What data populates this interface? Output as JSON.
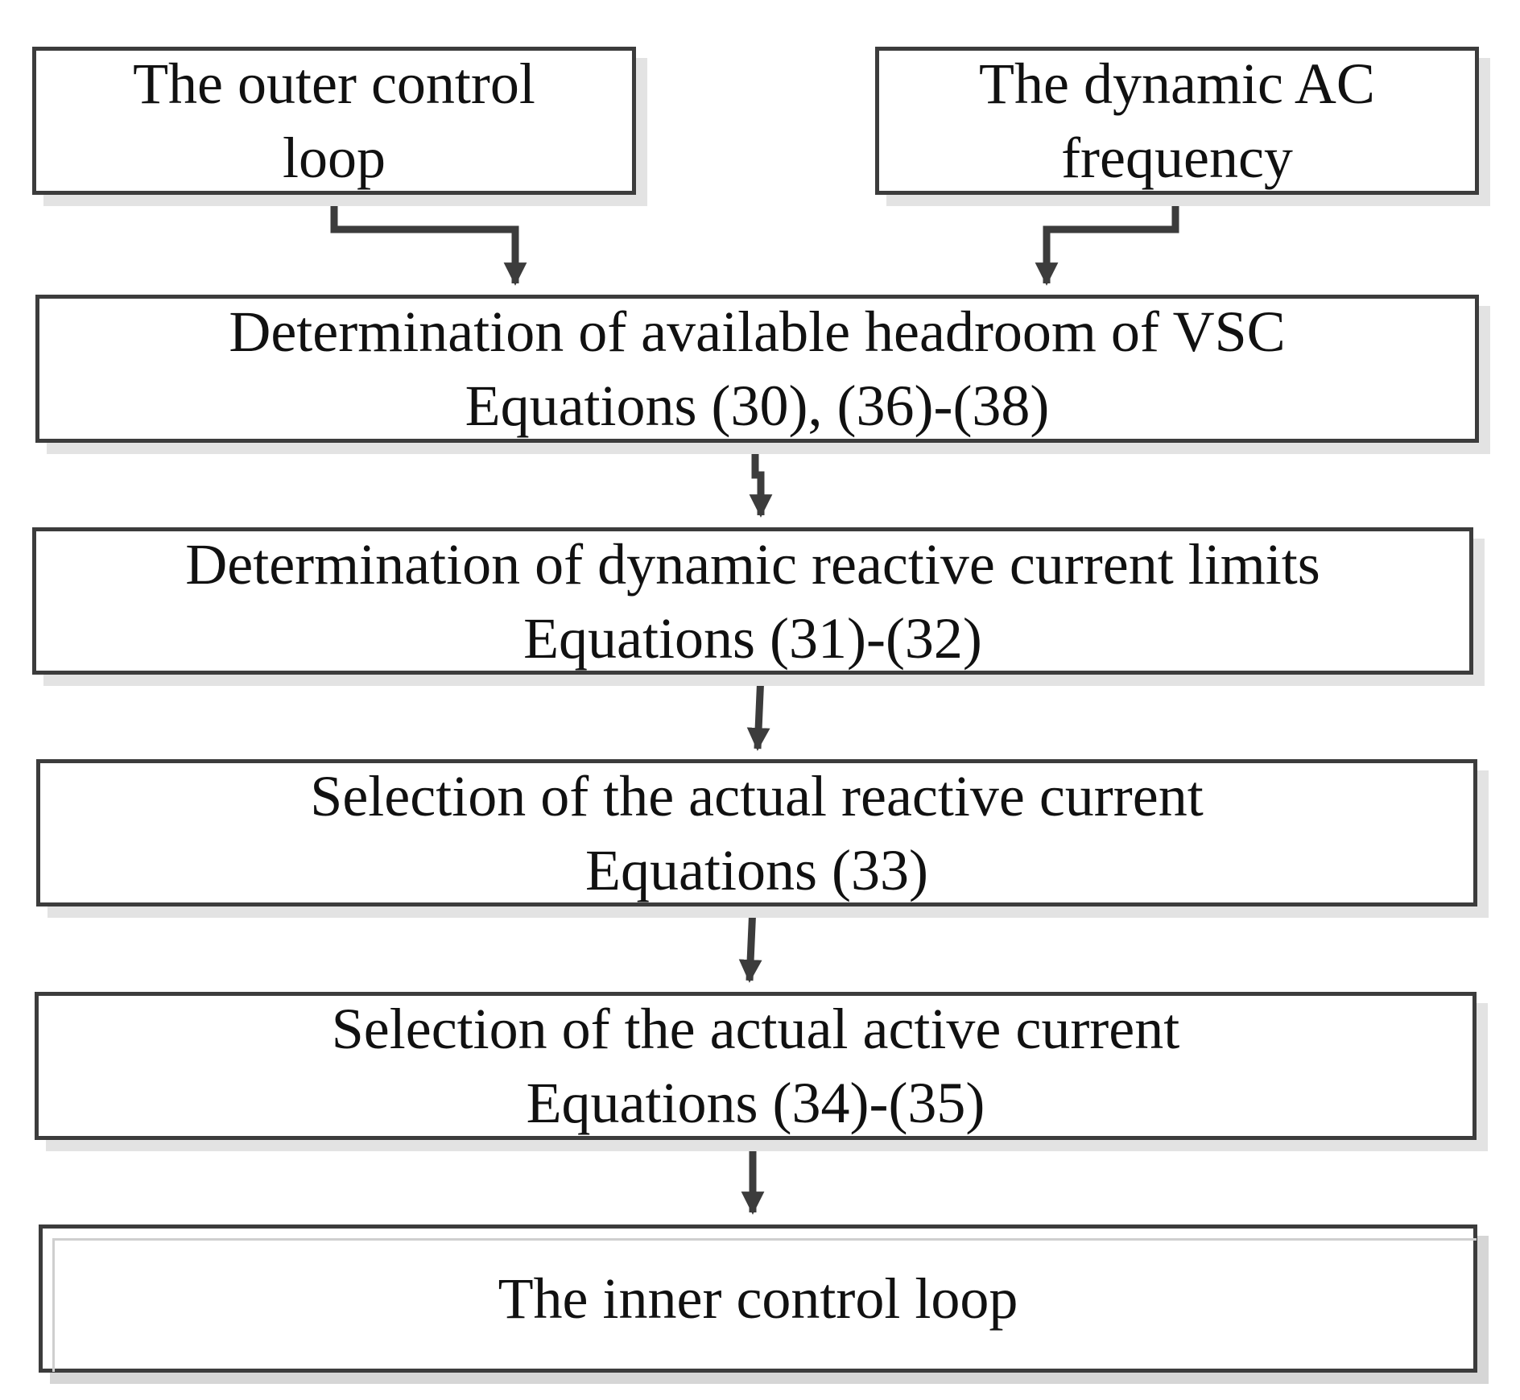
{
  "nodes": {
    "outer_loop": {
      "lines": [
        "The outer control",
        "loop"
      ]
    },
    "ac_frequency": {
      "lines": [
        "The dynamic AC",
        "frequency"
      ]
    },
    "headroom": {
      "lines": [
        "Determination of available headroom of VSC",
        "Equations (30), (36)-(38)"
      ]
    },
    "reactive_limits": {
      "lines": [
        "Determination of dynamic reactive current limits",
        "Equations (31)-(32)"
      ]
    },
    "reactive_current": {
      "lines": [
        "Selection of the actual reactive current",
        "Equations (33)"
      ]
    },
    "active_current": {
      "lines": [
        "Selection of the actual active current",
        "Equations (34)-(35)"
      ]
    },
    "inner_loop": {
      "lines": [
        "The inner control loop"
      ]
    }
  },
  "edges": [
    {
      "from": "outer_loop",
      "to": "headroom"
    },
    {
      "from": "ac_frequency",
      "to": "headroom"
    },
    {
      "from": "headroom",
      "to": "reactive_limits"
    },
    {
      "from": "reactive_limits",
      "to": "reactive_current"
    },
    {
      "from": "reactive_current",
      "to": "active_current"
    },
    {
      "from": "active_current",
      "to": "inner_loop"
    }
  ],
  "colors": {
    "border": "#3c3c3c",
    "arrow": "#3c3c3c",
    "text": "#111111",
    "shadow": "#e3e3e3"
  }
}
